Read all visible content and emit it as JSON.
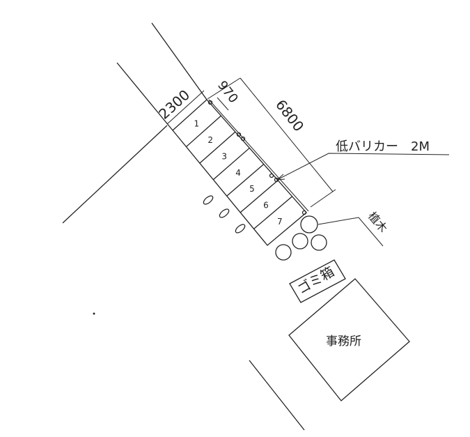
{
  "dimensions": {
    "width_label": "2300",
    "gap_label": "970",
    "length_label": "6800"
  },
  "slots": [
    "1",
    "2",
    "3",
    "4",
    "5",
    "6",
    "7"
  ],
  "barrier_label": "低バリカー　2M",
  "tree_label": "植木",
  "trash_label": "ゴミ箱",
  "office_label": "事務所"
}
